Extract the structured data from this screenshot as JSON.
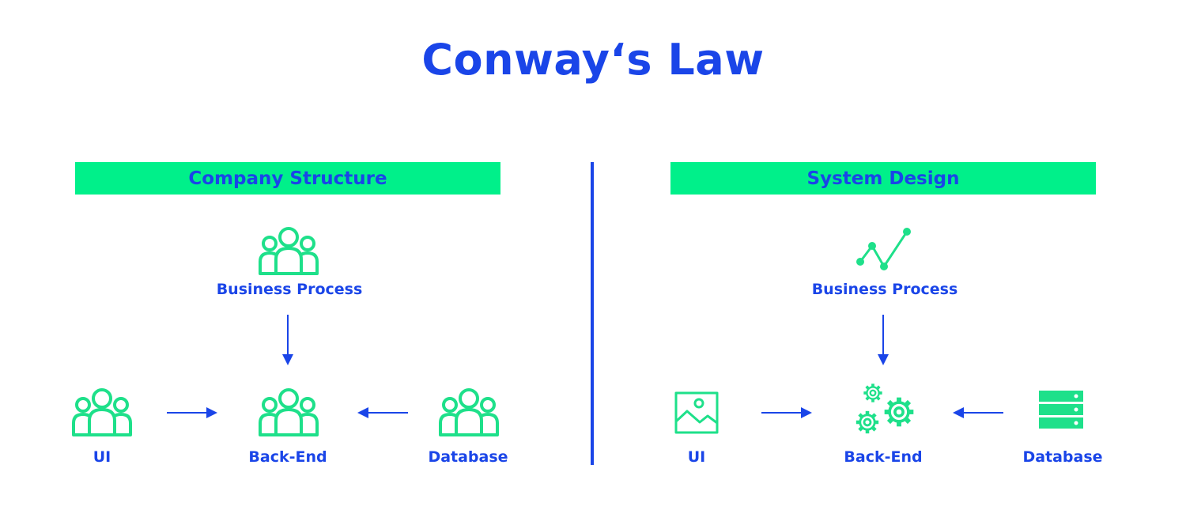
{
  "title": "Conway‘s Law",
  "colors": {
    "blue": "#1a45e8",
    "green": "#00f08a",
    "icon_green": "#1ee08a"
  },
  "company": {
    "heading": "Company Structure",
    "top": {
      "label": "Business Process",
      "icon": "people-group-icon"
    },
    "left": {
      "label": "UI",
      "icon": "people-group-icon"
    },
    "center": {
      "label": "Back-End",
      "icon": "people-group-icon"
    },
    "right": {
      "label": "Database",
      "icon": "people-group-icon"
    }
  },
  "system": {
    "heading": "System Design",
    "top": {
      "label": "Business Process",
      "icon": "line-chart-icon"
    },
    "left": {
      "label": "UI",
      "icon": "image-icon"
    },
    "center": {
      "label": "Back-End",
      "icon": "gears-icon"
    },
    "right": {
      "label": "Database",
      "icon": "server-icon"
    }
  }
}
